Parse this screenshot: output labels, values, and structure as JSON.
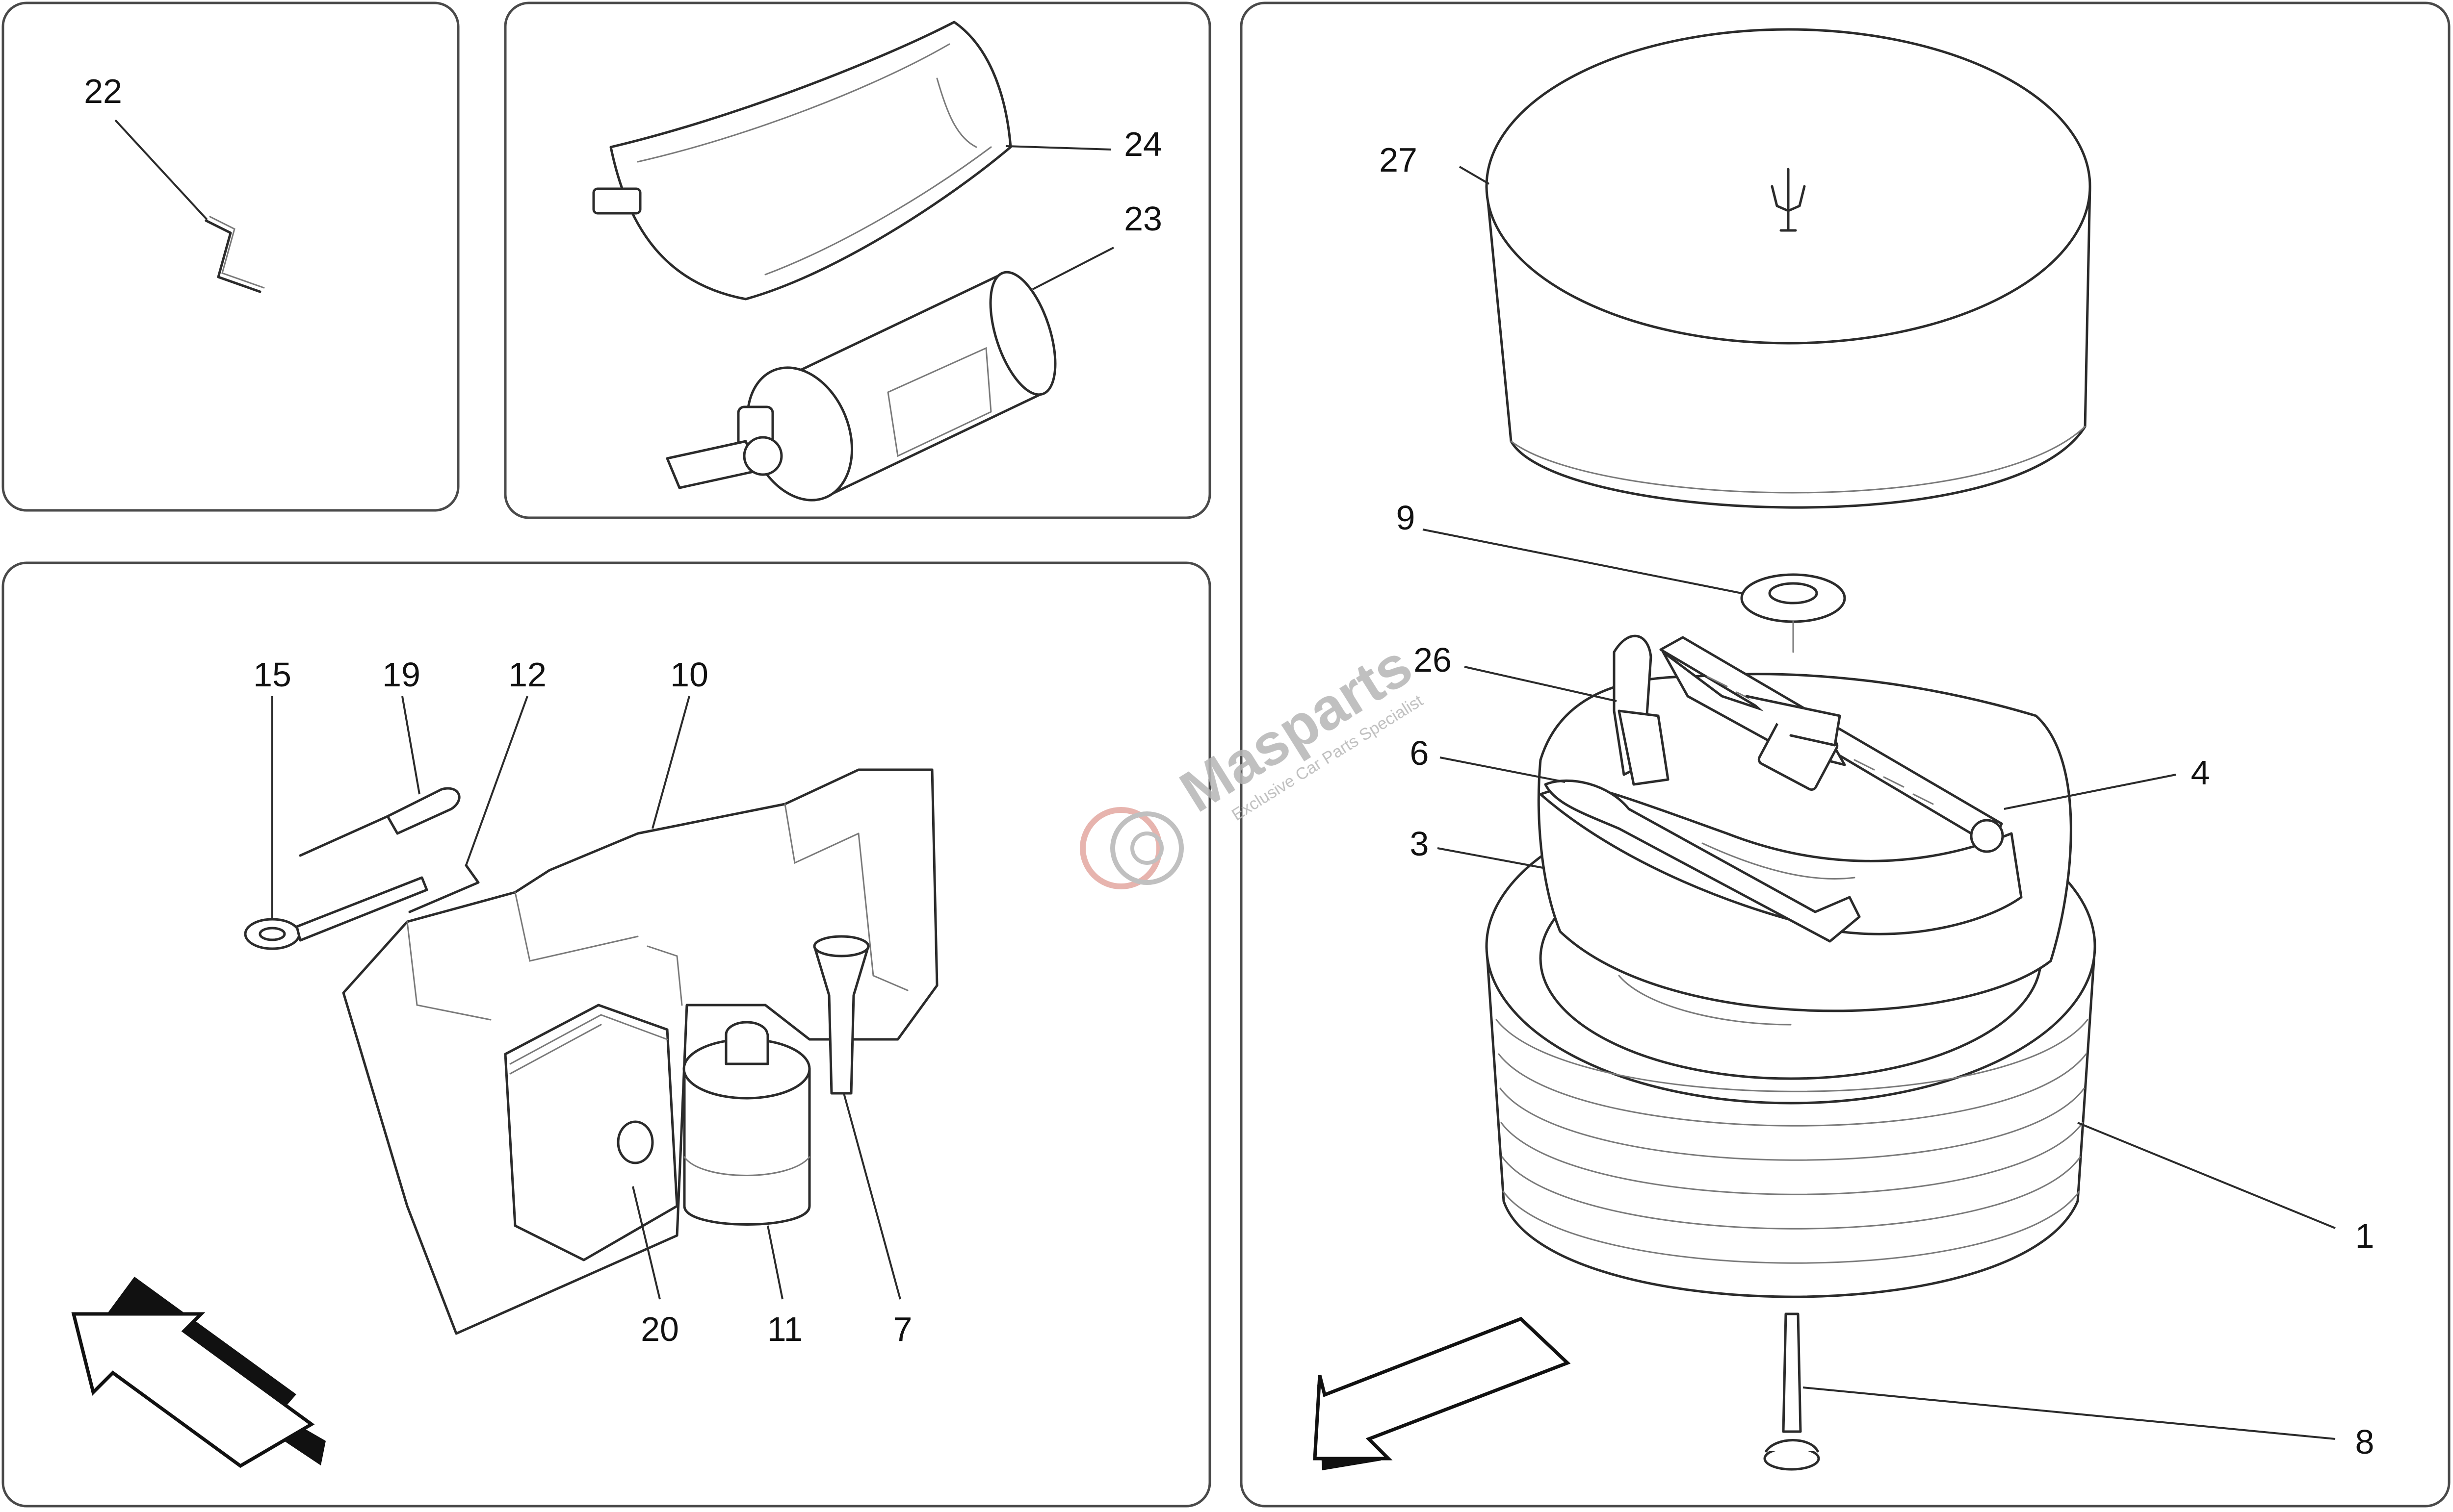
{
  "diagram": {
    "panels": [
      {
        "id": "panel-top-left",
        "callouts": [
          "22"
        ]
      },
      {
        "id": "panel-top-middle",
        "callouts": [
          "24",
          "23"
        ]
      },
      {
        "id": "panel-bottom-left",
        "callouts": [
          "15",
          "19",
          "12",
          "10",
          "20",
          "11",
          "7"
        ]
      },
      {
        "id": "panel-right",
        "callouts": [
          "27",
          "9",
          "26",
          "6",
          "3",
          "4",
          "1",
          "8"
        ]
      }
    ],
    "callouts": {
      "c1": "1",
      "c3": "3",
      "c4": "4",
      "c6": "6",
      "c7": "7",
      "c8": "8",
      "c9": "9",
      "c10": "10",
      "c11": "11",
      "c12": "12",
      "c15": "15",
      "c19": "19",
      "c20": "20",
      "c22": "22",
      "c23": "23",
      "c24": "24",
      "c26": "26",
      "c27": "27"
    },
    "watermark": {
      "brand": "Masparts",
      "tagline": "Exclusive Car Parts Specialist",
      "brand_color": "#c0392b",
      "text_color": "#b5b5b5"
    },
    "direction_arrows": [
      "front-direction-arrow-left",
      "front-direction-arrow-right"
    ]
  }
}
